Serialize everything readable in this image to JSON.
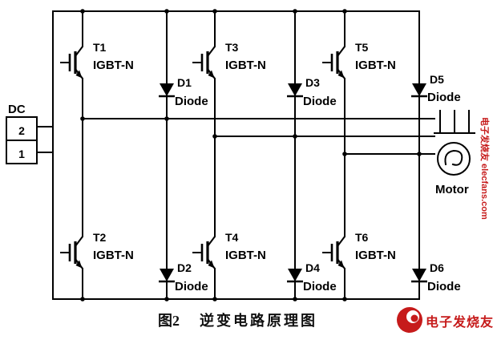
{
  "figure": {
    "caption_label": "图2",
    "caption_title": "逆变电路原理图"
  },
  "dc_source": {
    "label": "DC",
    "terminal_top": "2",
    "terminal_bottom": "1"
  },
  "igbts": [
    {
      "id": "T1",
      "type": "IGBT-N"
    },
    {
      "id": "T2",
      "type": "IGBT-N"
    },
    {
      "id": "T3",
      "type": "IGBT-N"
    },
    {
      "id": "T4",
      "type": "IGBT-N"
    },
    {
      "id": "T5",
      "type": "IGBT-N"
    },
    {
      "id": "T6",
      "type": "IGBT-N"
    }
  ],
  "diodes": [
    {
      "id": "D1",
      "label": "Diode"
    },
    {
      "id": "D2",
      "label": "Diode"
    },
    {
      "id": "D3",
      "label": "Diode"
    },
    {
      "id": "D4",
      "label": "Diode"
    },
    {
      "id": "D5",
      "label": "Diode"
    },
    {
      "id": "D6",
      "label": "Diode"
    }
  ],
  "motor": {
    "label": "Motor"
  },
  "watermark": {
    "side_text": "电子发烧友 elecfans.com",
    "corner_text": "电子发烧友",
    "color": "#c61b1b"
  },
  "colors": {
    "wire": "#000000",
    "background": "#ffffff"
  }
}
